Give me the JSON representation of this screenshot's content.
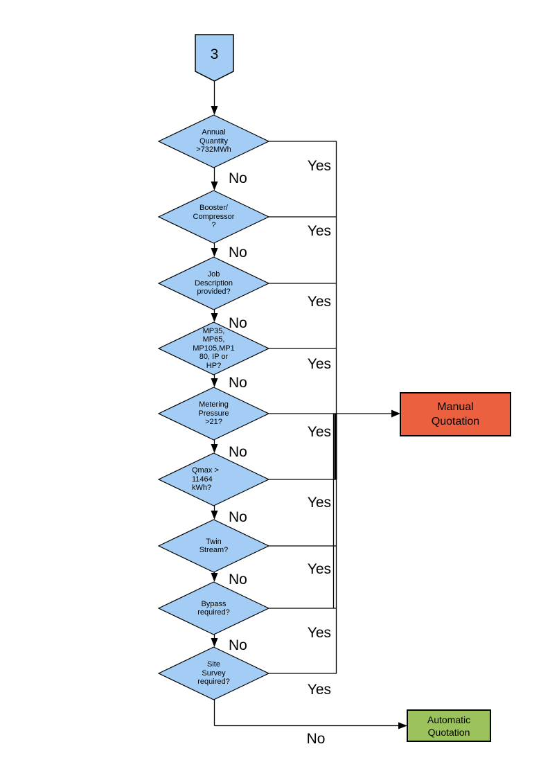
{
  "page": {
    "background": "#ffffff"
  },
  "colors": {
    "decision_fill": "#A3CDF5",
    "connector_fill": "#A3CDF5",
    "line": "#000000",
    "manual_fill": "#EB6140",
    "automatic_fill": "#9CC25E"
  },
  "connector": {
    "label": "3"
  },
  "decisions": [
    {
      "label": "Annual\nQuantity\n>732MWh",
      "yes_label": "Yes",
      "no_label": "No"
    },
    {
      "label": "Booster/\nCompressor\n?",
      "yes_label": "Yes",
      "no_label": "No"
    },
    {
      "label": "Job\nDescription\nprovided?",
      "yes_label": "Yes",
      "no_label": "No"
    },
    {
      "label": "MP35,\nMP65,\nMP105,MP1\n80, IP or\nHP?",
      "yes_label": "Yes",
      "no_label": "No"
    },
    {
      "label": "Metering\nPressure\n>21?",
      "yes_label": "Yes",
      "no_label": "No"
    },
    {
      "label": "Qmax >\n11464\nkWh?",
      "yes_label": "Yes",
      "no_label": "No"
    },
    {
      "label": "Twin\nStream?",
      "yes_label": "Yes",
      "no_label": "No"
    },
    {
      "label": "Bypass\nrequired?",
      "yes_label": "Yes",
      "no_label": "No"
    },
    {
      "label": "Site\nSurvey\nrequired?",
      "yes_label": "Yes",
      "no_label": "No"
    }
  ],
  "outcomes": {
    "manual": {
      "label": "Manual\nQuotation",
      "fill": "#EB6140"
    },
    "automatic": {
      "label": "Automatic\nQuotation",
      "fill": "#9CC25E"
    }
  }
}
